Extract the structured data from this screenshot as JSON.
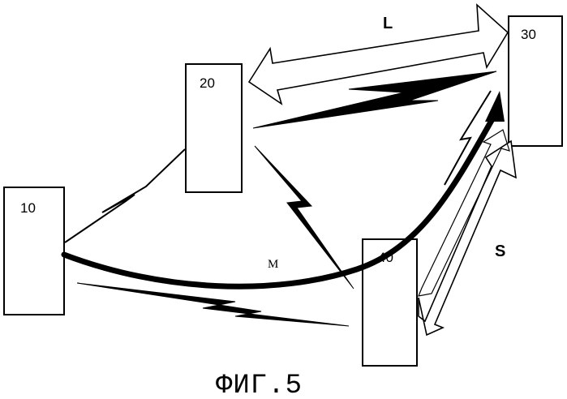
{
  "nodes": [
    {
      "id": "10",
      "label": "10"
    },
    {
      "id": "20",
      "label": "20"
    },
    {
      "id": "30",
      "label": "30"
    },
    {
      "id": "40",
      "label": "40"
    }
  ],
  "links": {
    "long": {
      "label": "L"
    },
    "short": {
      "label": "S"
    },
    "medium": {
      "label": "M"
    }
  },
  "figure": {
    "caption": "ФИГ.5"
  }
}
